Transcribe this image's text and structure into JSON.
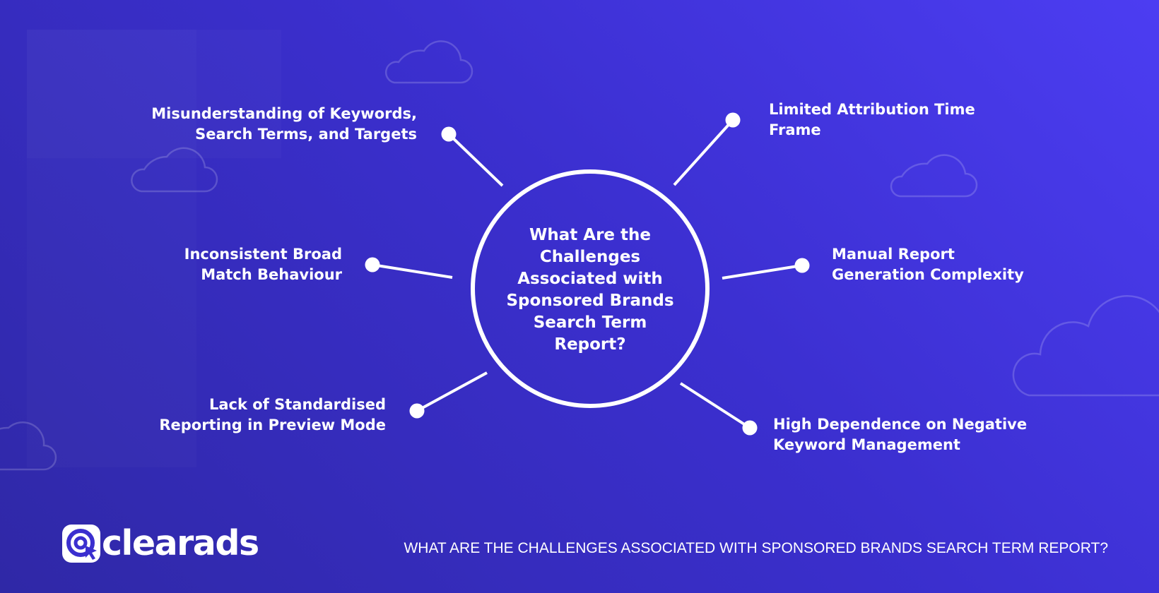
{
  "diagram": {
    "center_title": "What Are the\nChallenges\nAssociated with\nSponsored Brands\nSearch Term\nReport?",
    "nodes": [
      {
        "label": "Misunderstanding of Keywords,\nSearch Terms, and Targets"
      },
      {
        "label": "Limited Attribution Time\nFrame"
      },
      {
        "label": "Inconsistent Broad\nMatch Behaviour"
      },
      {
        "label": "Manual Report\nGeneration Complexity"
      },
      {
        "label": "Lack of Standardised\nReporting in Preview Mode"
      },
      {
        "label": "High Dependence on Negative\nKeyword Management"
      }
    ]
  },
  "branding": {
    "logo_text": "clearads",
    "logo_icon": "at-sign-cursor-icon"
  },
  "footer": {
    "caption": "WHAT ARE THE CHALLENGES ASSOCIATED WITH SPONSORED BRANDS SEARCH TERM REPORT?"
  },
  "colors": {
    "background_start": "#4c3df2",
    "background_end": "#2f28a6",
    "foreground": "#ffffff"
  }
}
